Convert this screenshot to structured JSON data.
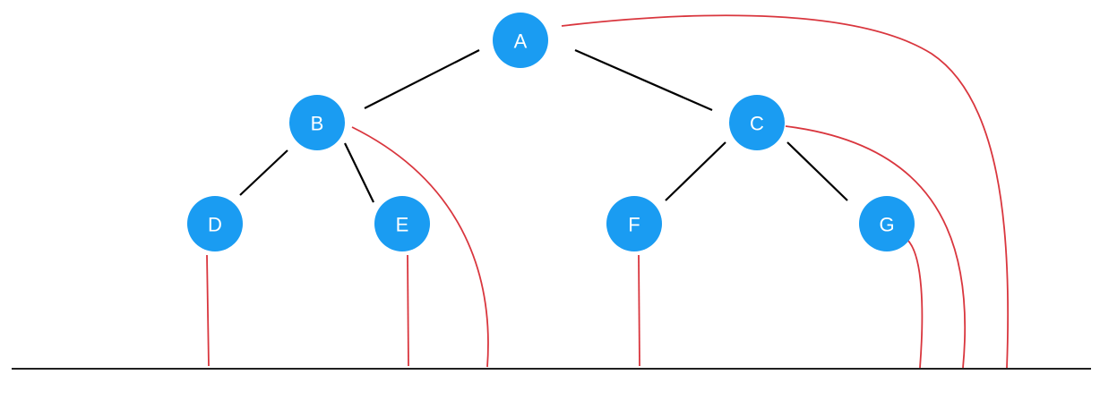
{
  "colors": {
    "node_fill": "#1a9cf2",
    "node_text": "#ffffff",
    "tree_edge": "#000000",
    "projection_line": "#d9363e",
    "baseline": "#000000"
  },
  "nodes": [
    {
      "id": "A",
      "label": "A"
    },
    {
      "id": "B",
      "label": "B"
    },
    {
      "id": "C",
      "label": "C"
    },
    {
      "id": "D",
      "label": "D"
    },
    {
      "id": "E",
      "label": "E"
    },
    {
      "id": "F",
      "label": "F"
    },
    {
      "id": "G",
      "label": "G"
    }
  ],
  "tree_edges": [
    {
      "from": "A",
      "to": "B"
    },
    {
      "from": "A",
      "to": "C"
    },
    {
      "from": "B",
      "to": "D"
    },
    {
      "from": "B",
      "to": "E"
    },
    {
      "from": "C",
      "to": "F"
    },
    {
      "from": "C",
      "to": "G"
    }
  ],
  "projection_lines": [
    {
      "node": "D"
    },
    {
      "node": "E"
    },
    {
      "node": "B"
    },
    {
      "node": "F"
    },
    {
      "node": "G"
    },
    {
      "node": "C"
    },
    {
      "node": "A"
    }
  ]
}
